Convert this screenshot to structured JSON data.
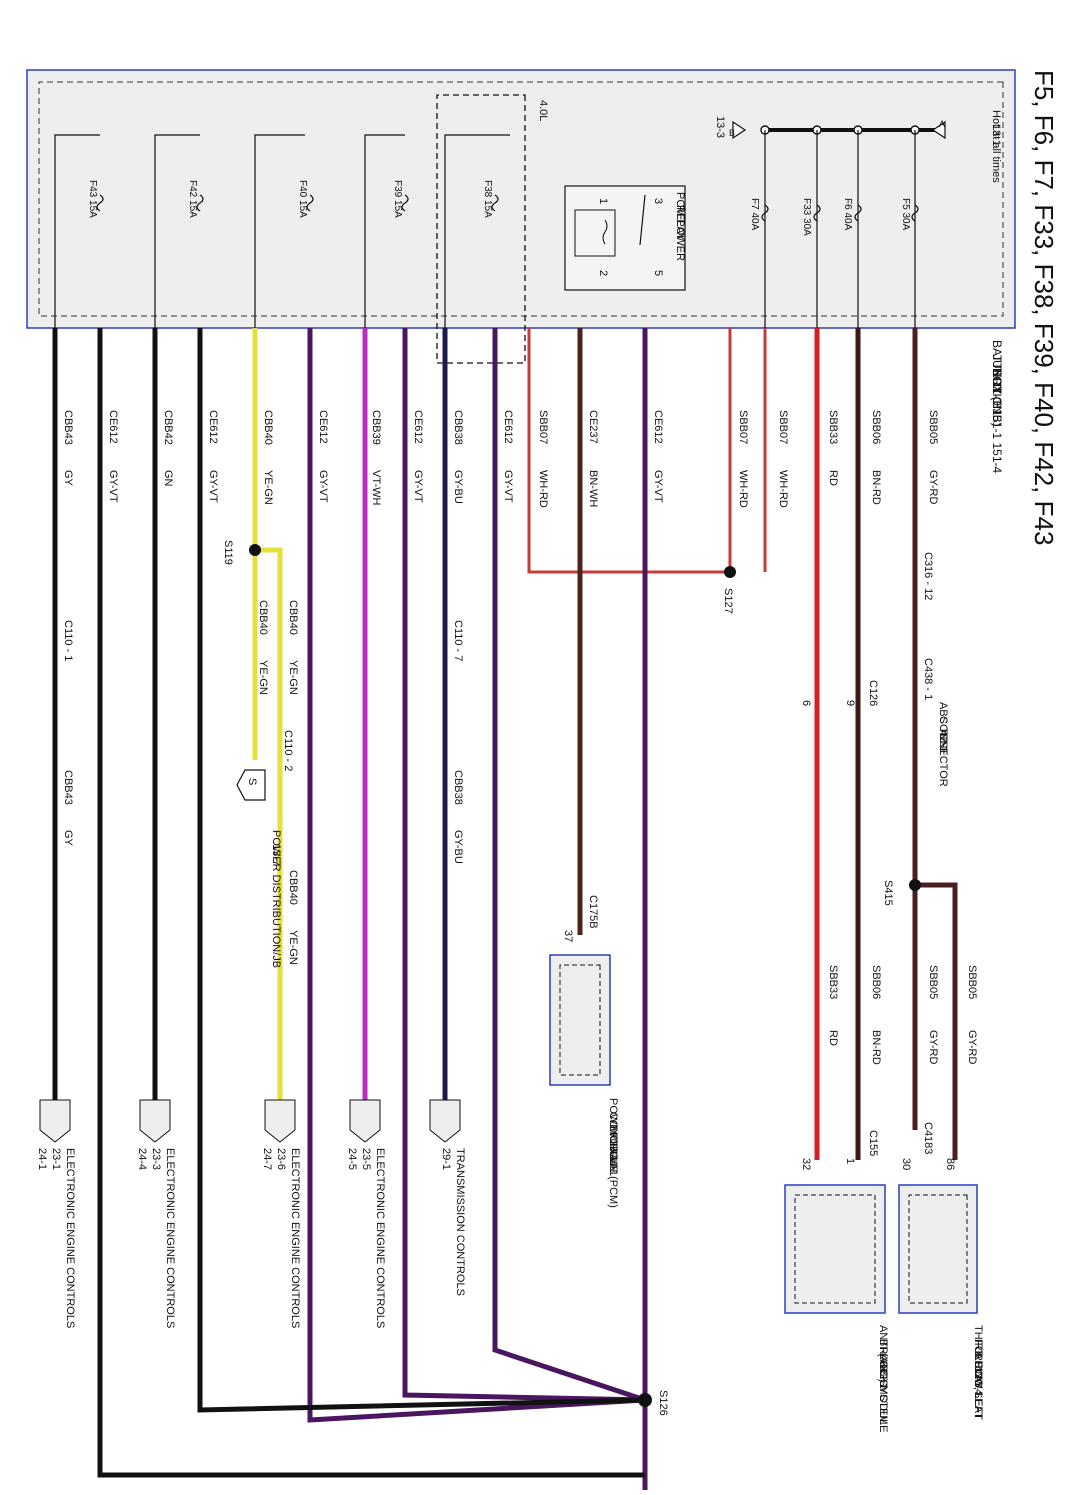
{
  "title": "F5, F6, F7, F33, F38, F39, F40, F42, F43",
  "bjb": {
    "lines": [
      "BATTERY",
      "JUNCTION",
      "BOX (BJB)",
      "11-1  151-1  151-4"
    ],
    "hot": [
      "Hot at all times",
      "13-1"
    ],
    "engine_variant": "4.0L"
  },
  "buses": {
    "a": {
      "letter": "A"
    },
    "b": {
      "letter": "B",
      "ref": "13-3"
    }
  },
  "relay": {
    "lines": [
      "PCM POWER",
      "RELAY"
    ],
    "pins": [
      "1",
      "2",
      "3",
      "5"
    ]
  },
  "fuses": [
    {
      "id": "f5",
      "label": "F5  30A"
    },
    {
      "id": "f6",
      "label": "F6  40A"
    },
    {
      "id": "f33",
      "label": "F33  30A"
    },
    {
      "id": "f7",
      "label": "F7  40A"
    },
    {
      "id": "f38",
      "label": "F38  15A"
    },
    {
      "id": "f39",
      "label": "F39  15A"
    },
    {
      "id": "f40",
      "label": "F40  15A"
    },
    {
      "id": "f42",
      "label": "F42  15A"
    },
    {
      "id": "f43",
      "label": "F43  15A"
    }
  ],
  "wire_labels": [
    {
      "id": "w1",
      "circuit": "SBB05",
      "color": "GY-RD"
    },
    {
      "id": "w2",
      "circuit": "SBB06",
      "color": "BN-RD"
    },
    {
      "id": "w3",
      "circuit": "SBB33",
      "color": "RD"
    },
    {
      "id": "w4",
      "circuit": "SBB07",
      "color": "WH-RD"
    },
    {
      "id": "w5",
      "circuit": "SBB07",
      "color": "WH-RD"
    },
    {
      "id": "w6",
      "circuit": "CE612",
      "color": "GY-VT"
    },
    {
      "id": "w7",
      "circuit": "CE237",
      "color": "BN-WH"
    },
    {
      "id": "w8",
      "circuit": "SBB07",
      "color": "WH-RD"
    },
    {
      "id": "w9",
      "circuit": "CE612",
      "color": "GY-VT"
    },
    {
      "id": "w10",
      "circuit": "CBB38",
      "color": "GY-BU"
    },
    {
      "id": "w11",
      "circuit": "CE612",
      "color": "GY-VT"
    },
    {
      "id": "w12",
      "circuit": "CBB39",
      "color": "VT-WH"
    },
    {
      "id": "w13",
      "circuit": "CE612",
      "color": "GY-VT"
    },
    {
      "id": "w14",
      "circuit": "CBB40",
      "color": "YE-GN"
    },
    {
      "id": "w15",
      "circuit": "CE612",
      "color": "GY-VT"
    },
    {
      "id": "w16",
      "circuit": "CBB42",
      "color": "GN"
    },
    {
      "id": "w17",
      "circuit": "CE612",
      "color": "GY-VT"
    },
    {
      "id": "w18",
      "circuit": "CBB43",
      "color": "GY"
    },
    {
      "id": "w19",
      "circuit": "SBB05",
      "color": "GY-RD"
    },
    {
      "id": "w20",
      "circuit": "SBB05",
      "color": "GY-RD"
    },
    {
      "id": "w21",
      "circuit": "SBB06",
      "color": "BN-RD"
    },
    {
      "id": "w22",
      "circuit": "SBB33",
      "color": "RD"
    },
    {
      "id": "w23",
      "circuit": "CBB38",
      "color": "GY-BU"
    },
    {
      "id": "w24",
      "circuit": "CBB40",
      "color": "YE-GN"
    },
    {
      "id": "w25",
      "circuit": "CBB40",
      "color": "YE-GN"
    },
    {
      "id": "w26",
      "circuit": "CBB40",
      "color": "YE-GN"
    },
    {
      "id": "w27",
      "circuit": "CBB43",
      "color": "GY"
    }
  ],
  "splices": [
    "S127",
    "S119",
    "S415",
    "S126"
  ],
  "connectors": {
    "c316": "C316 - 12",
    "c438": "C438 - 1",
    "c126": "C126",
    "c126_pin9": "9",
    "c126_pin6": "6",
    "abs_test": [
      "ABS TEST",
      "CONNECTOR",
      "42-1"
    ],
    "c110_7": "C110 - 7",
    "c110_1": "C110 - 1",
    "c110_2": "C110 - 2",
    "c175b": "C175B",
    "c175b_pin": "37",
    "c4183": "C4183",
    "c4183_pin": "86",
    "pin30": "30",
    "c155": "C155",
    "c155_pin1": "1",
    "pin32": "32"
  },
  "power_distribution": {
    "letter": "S",
    "lines": [
      "POWER DISTRIBUTION/JB",
      "13-7"
    ]
  },
  "modules": {
    "seat": [
      "THIRD ROW",
      "FOLDING SEAT",
      "RELAY, LEFT",
      "120-4"
    ],
    "abs": [
      "ANTI-LOCK",
      "BRAKE SYSTEM",
      "(ABS) MODULE",
      "42-1"
    ],
    "pcm": [
      "POWERTRAIN",
      "CONTROL",
      "MODULE (PCM)",
      "23-1",
      "24-1"
    ]
  },
  "destinations": [
    {
      "id": "d1",
      "lines": [
        "TRANSMISSION CONTROLS",
        "29-1"
      ]
    },
    {
      "id": "d2",
      "lines": [
        "ELECTRONIC ENGINE CONTROLS",
        "23-5",
        "24-5"
      ]
    },
    {
      "id": "d3",
      "lines": [
        "ELECTRONIC ENGINE CONTROLS",
        "23-6",
        "24-7"
      ]
    },
    {
      "id": "d4",
      "lines": [
        "ELECTRONIC ENGINE CONTROLS",
        "23-3",
        "24-4"
      ]
    },
    {
      "id": "d5",
      "lines": [
        "ELECTRONIC ENGINE CONTROLS",
        "23-1",
        "24-1"
      ]
    }
  ],
  "colors": {
    "gy_rd": "#4a1f1f",
    "bn_rd": "#3a1a10",
    "rd": "#d42020",
    "wh_rd": "#c73a3a",
    "gy_vt": "#4a1660",
    "bn_wh": "#4a2416",
    "gy_bu": "#1c1c4a",
    "vt_wh": "#b62fc0",
    "ye_gn": "#e4e23a",
    "gn": "#111111",
    "gy": "#111111",
    "module_border": "#2a3fc0",
    "box_bg": "#eeeeee"
  }
}
